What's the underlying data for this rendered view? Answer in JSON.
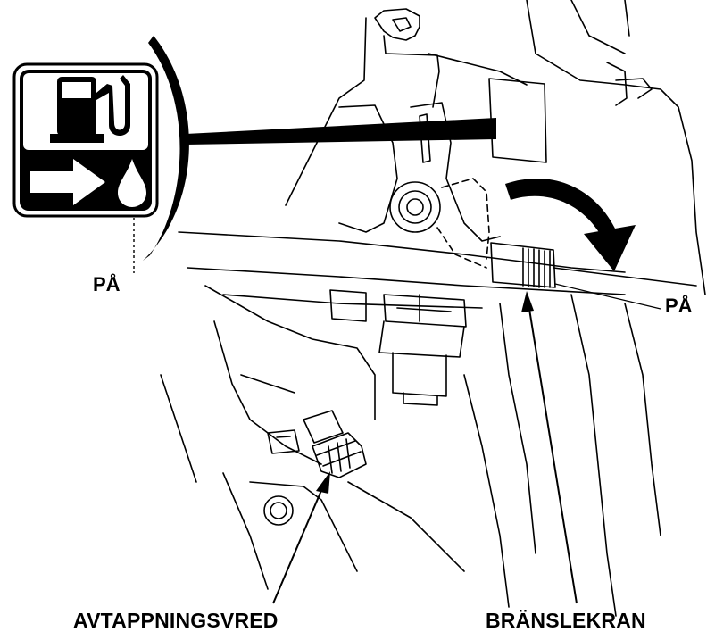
{
  "labels": {
    "on_left": "PÅ",
    "on_right": "PÅ",
    "drain_knob": "AVTAPPNINGSVRED",
    "fuel_valve": "BRÄNSLEKRAN"
  },
  "colors": {
    "ink": "#000000",
    "paper": "#ffffff"
  },
  "icons": {
    "decal": "fuel-pump-icon",
    "arrow": "right-arrow-icon",
    "drop": "fuel-drop-icon"
  }
}
